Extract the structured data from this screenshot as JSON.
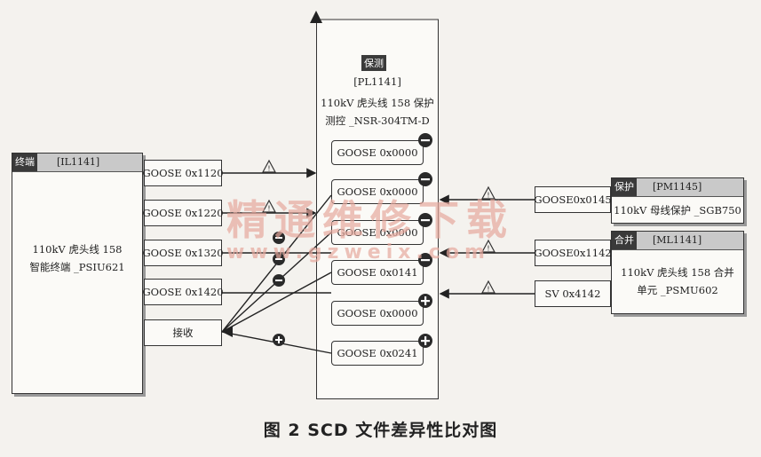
{
  "left_ied": {
    "tag": "终端",
    "id": "[IL1141]",
    "name_line1": "110kV 虎头线 158",
    "name_line2": "智能终端 _PSIU621",
    "ports": [
      "GOOSE 0x1120",
      "GOOSE 0x1220",
      "GOOSE 0x1320",
      "GOOSE 0x1420"
    ],
    "receive": "接收"
  },
  "center_ied": {
    "tag": "保测",
    "id": "[PL1141]",
    "name_line1": "110kV 虎头线 158 保护",
    "name_line2": "测控 _NSR-304TM-D",
    "rows": [
      {
        "label": "GOOSE 0x0000",
        "badge": "minus"
      },
      {
        "label": "GOOSE 0x0000",
        "badge": "minus"
      },
      {
        "label": "GOOSE 0x0000",
        "badge": "minus"
      },
      {
        "label": "GOOSE 0x0141",
        "badge": "minus"
      },
      {
        "label": "GOOSE 0x0000",
        "badge": "plus"
      },
      {
        "label": "GOOSE 0x0241",
        "badge": "plus"
      }
    ]
  },
  "right_top_ied": {
    "tag": "保护",
    "id": "[PM1145]",
    "name": "110kV 母线保护 _SGB750",
    "port": "GOOSE0x0145"
  },
  "right_bottom_ied": {
    "tag": "合并",
    "id": "[ML1141]",
    "name_line1": "110kV 虎头线 158 合并",
    "name_line2": "单元 _PSMU602",
    "ports": [
      "GOOSE0x1142",
      "SV 0x4142"
    ]
  },
  "watermark": {
    "line1": "精通维修下载",
    "line2": "www.gzweix.com"
  },
  "caption": "图 2    SCD 文件差异性比对图",
  "colors": {
    "line": "#333333",
    "ied_header": "#c9c9c9",
    "tag_bg": "#3a3a3a",
    "watermark": "#e7a99e"
  }
}
